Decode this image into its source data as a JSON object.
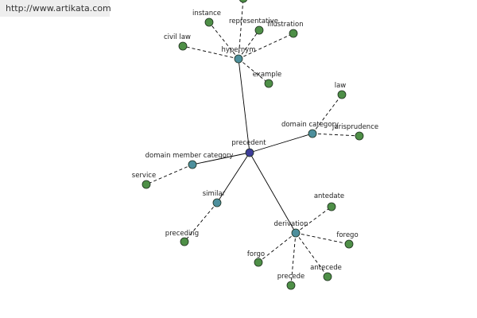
{
  "url_text": "http://www.artikata.com",
  "colors": {
    "center": "#3d3d99",
    "relation": "#4d8f9c",
    "leaf": "#4e8f47",
    "stroke": "#1e2f1e"
  },
  "center": {
    "id": "precedent",
    "label": "precedent"
  },
  "relations": [
    {
      "id": "hypernym",
      "label": "hypernym"
    },
    {
      "id": "domain-category",
      "label": "domain category"
    },
    {
      "id": "domain-member-category",
      "label": "domain member category"
    },
    {
      "id": "similar",
      "label": "similar"
    },
    {
      "id": "derivation",
      "label": "derivation"
    }
  ],
  "leaves": [
    {
      "id": "instance",
      "label": "instance",
      "parent": "hypernym"
    },
    {
      "id": "representative",
      "label": "representative",
      "parent": "hypernym"
    },
    {
      "id": "illustration",
      "label": "illustration",
      "parent": "hypernym"
    },
    {
      "id": "civil-law",
      "label": "civil law",
      "parent": "hypernym"
    },
    {
      "id": "example",
      "label": "example",
      "parent": "hypernym"
    },
    {
      "id": "hypernym-top",
      "label": "",
      "parent": "hypernym"
    },
    {
      "id": "law",
      "label": "law",
      "parent": "domain-category"
    },
    {
      "id": "jurisprudence",
      "label": "jurisprudence",
      "parent": "domain-category"
    },
    {
      "id": "service",
      "label": "service",
      "parent": "domain-member-category"
    },
    {
      "id": "preceding",
      "label": "preceding",
      "parent": "similar"
    },
    {
      "id": "antedate",
      "label": "antedate",
      "parent": "derivation"
    },
    {
      "id": "forego-right",
      "label": "forego",
      "parent": "derivation"
    },
    {
      "id": "forgo",
      "label": "forgo",
      "parent": "derivation"
    },
    {
      "id": "antecede",
      "label": "antecede",
      "parent": "derivation"
    },
    {
      "id": "precede",
      "label": "precede",
      "parent": "derivation"
    }
  ]
}
